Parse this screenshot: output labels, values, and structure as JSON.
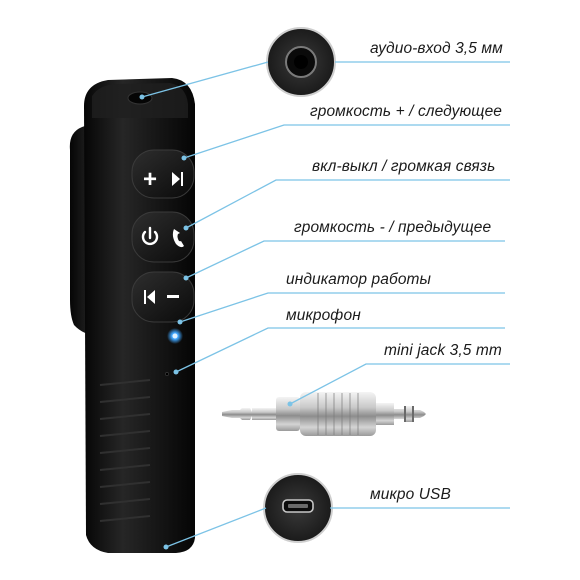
{
  "labels": {
    "audio_in": "аудио-вход 3,5 мм",
    "vol_up_next": "громкость + / следующее",
    "power_call": "вкл-выкл / громкая связь",
    "vol_down_prev": "громкость - / предыдущее",
    "indicator": "индикатор работы",
    "microphone": "микрофон",
    "mini_jack": "mini jack 3,5 mm",
    "micro_usb": "микро USB"
  },
  "colors": {
    "leader_line": "#7cc3e6",
    "device_body": "#161616",
    "led": "#3fa6ff"
  },
  "icons": {
    "plus": "plus-icon",
    "next": "next-track-icon",
    "power": "power-icon",
    "phone": "phone-icon",
    "prev": "previous-track-icon",
    "minus": "minus-icon"
  }
}
